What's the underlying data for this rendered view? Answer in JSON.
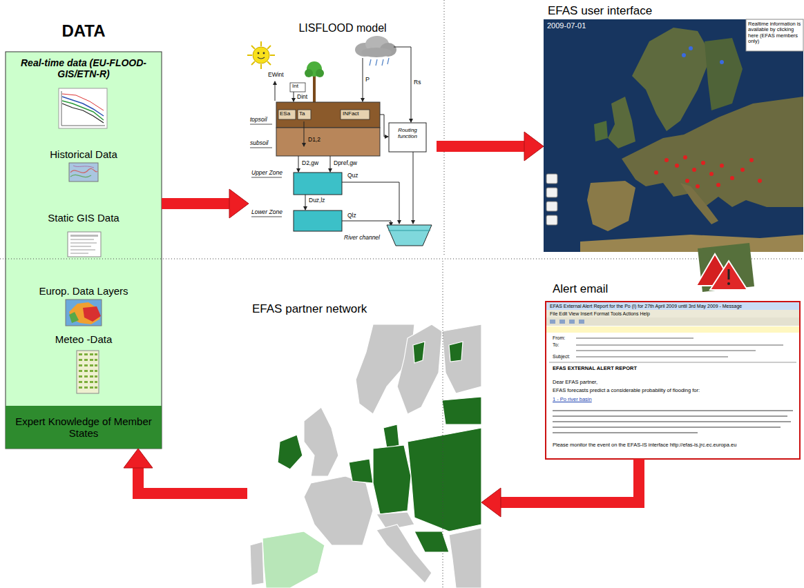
{
  "diagram": {
    "nodes": [
      {
        "text": [
          "DATA",
          "Real-time data (EU-FLOOD-GIS/ETN-R)",
          "Historical Data",
          "Static GIS Data",
          "Europ. Data Layers",
          "Meteo -Data"
        ]
      },
      {
        "text": [
          "Expert Knowledge of Member States"
        ],
        "in": 0
      },
      {
        "text": [
          "LISFLOOD model"
        ]
      },
      {
        "text": [
          "EFAS user interface"
        ]
      },
      {
        "text": [
          "Alert email"
        ]
      },
      {
        "text": [
          "EFAS partner network"
        ]
      }
    ],
    "edges": [
      {
        "from": 0,
        "to": 2,
        "arrow": "to"
      },
      {
        "from": 2,
        "to": 3,
        "arrow": "to"
      },
      {
        "from": 4,
        "to": 5,
        "arrow": "to"
      },
      {
        "from": 5,
        "to": 0,
        "arrow": "to"
      }
    ],
    "labels": [
      "EWint",
      "P",
      "Int",
      "Dint",
      "Rs",
      "ESa",
      "Ta",
      "INFact",
      "topsoil",
      "subsoil",
      "D1,2",
      "D2,gw",
      "Dpref,gw",
      "Upper Zone",
      "Quz",
      "Duz,lz",
      "Lower Zone",
      "Qlz",
      "River channel",
      "Routing function",
      "2009-07-01",
      "Realtime information is available by clicking here (EFAS members only)",
      "EFAS External Alert Report for the Po (I) for 27th April 2009 until 3rd May 2009 - Message",
      "File Edit View Insert Format Tools Actions Help",
      "From:",
      "To:",
      "Subject:",
      "EFAS EXTERNAL ALERT REPORT",
      "Dear EFAS partner,",
      "EFAS forecasts predict a considerable probability of flooding for:",
      "1 - Po river basin",
      "Please monitor the event on the EFAS-IS interface http://efas-is.jrc.ec.europa.eu"
    ]
  }
}
